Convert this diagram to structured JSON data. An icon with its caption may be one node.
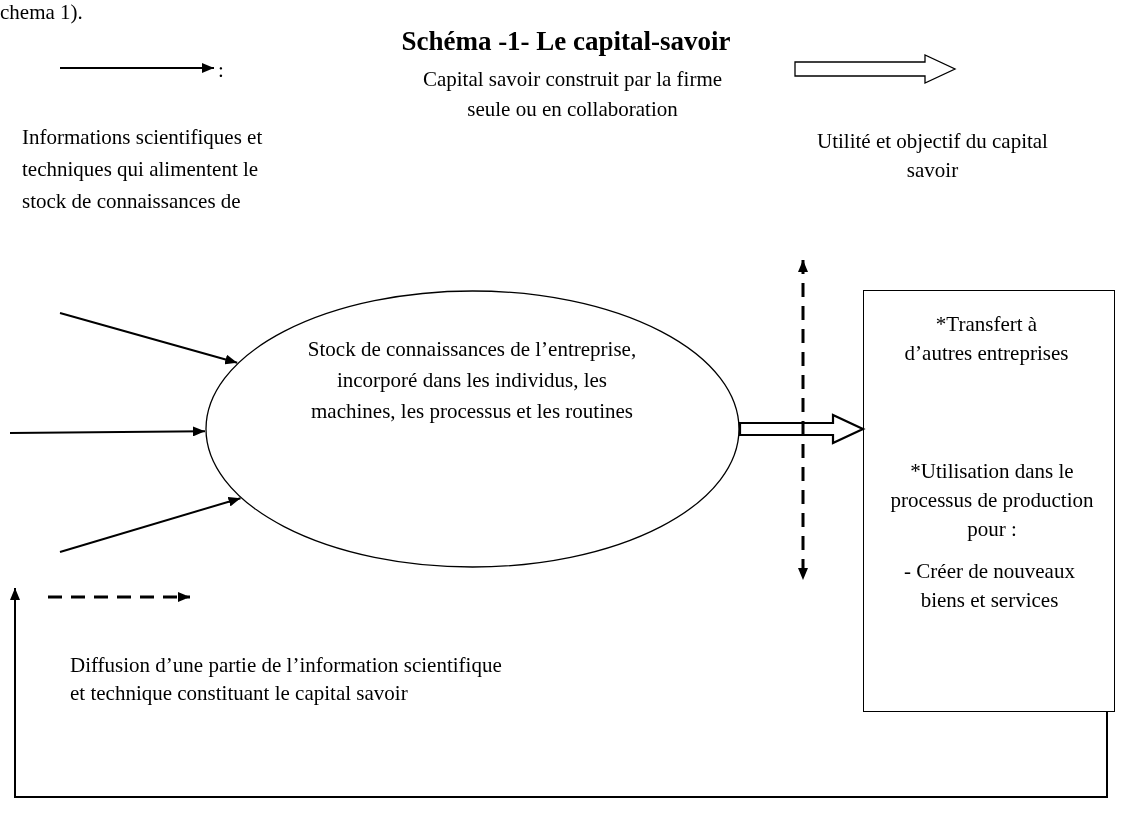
{
  "diagram": {
    "title": "Schéma -1- Le capital-savoir",
    "nodes": [
      {
        "text": [
          "Stock de connaissances de l’entreprise, incorporé dans les individus, les machines, les processus et les routines"
        ]
      },
      {
        "text": [
          "*Transfert à d’autres entreprises",
          "*Utilisation dans le processus de production pour :",
          "- Créer de nouveaux biens et services"
        ]
      }
    ],
    "edges": [
      {
        "from": null,
        "to": 0,
        "arrow": "to"
      },
      {
        "from": null,
        "to": 0,
        "arrow": "to"
      },
      {
        "from": null,
        "to": 0,
        "arrow": "to"
      },
      {
        "from": 0,
        "to": 1,
        "arrow": "to",
        "style": "thick"
      },
      {
        "from": 1,
        "to": null,
        "arrow": "to"
      }
    ],
    "labels": [
      "chema 1).",
      ":",
      "Capital savoir construit par la firme seule ou en collaboration"
    ],
    "legend": [
      {
        "text": "Informations scientifiques et techniques qui alimentent le stock de connaissances de"
      },
      {
        "text": "Utilité et objectif du capital savoir"
      },
      {
        "text": "Diffusion d’une partie de l’information scientifique et technique constituant le capital savoir"
      }
    ]
  }
}
